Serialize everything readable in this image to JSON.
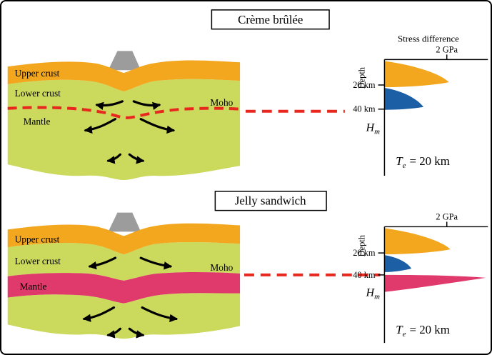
{
  "figure": {
    "colors": {
      "upper_crust": "#F2A71F",
      "weak_layer": "#CBD95C",
      "strong_mantle": "#E0396B",
      "volcano": "#9C9C9C",
      "moho_dash": "#E8281E",
      "envelope_upper_crust": "#F2A71F",
      "envelope_lower_crust": "#1D5FA5",
      "envelope_mantle": "#E0396B",
      "axis": "#000000"
    },
    "panels": [
      {
        "title": "Crème brûlée",
        "diagram": {
          "upper_crust_label": "Upper crust",
          "lower_crust_label": "Lower crust",
          "mantle_label": "Mantle",
          "moho_label": "Moho"
        },
        "plot": {
          "stress_axis_label": "Stress difference",
          "stress_tick_label": "2 GPa",
          "depth_axis_label": "Depth",
          "depth_tick_20": "20 km",
          "depth_tick_40": "40 km",
          "hm": {
            "base": "H",
            "sub": "m"
          },
          "te": {
            "base": "T",
            "sub": "e",
            "value": "= 20 km"
          }
        }
      },
      {
        "title": "Jelly sandwich",
        "diagram": {
          "upper_crust_label": "Upper crust",
          "lower_crust_label": "Lower crust",
          "mantle_label": "Mantle",
          "moho_label": "Moho"
        },
        "plot": {
          "stress_tick_label": "2 GPa",
          "depth_axis_label": "Depth",
          "depth_tick_20": "20 km",
          "depth_tick_40": "40 km",
          "hm": {
            "base": "H",
            "sub": "m"
          },
          "te": {
            "base": "T",
            "sub": "e",
            "value": "= 20 km"
          }
        }
      }
    ]
  }
}
